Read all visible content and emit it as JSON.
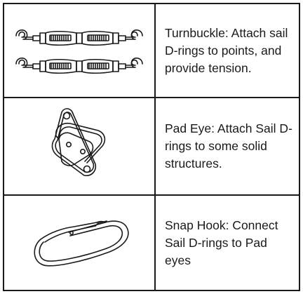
{
  "items": [
    {
      "icon": "turnbuckle-icon",
      "description": "Turnbuckle: Attach sail D-rings to points, and provide tension."
    },
    {
      "icon": "pad-eye-icon",
      "description": "Pad Eye: Attach Sail D-rings to some solid structures."
    },
    {
      "icon": "snap-hook-icon",
      "description": "Snap Hook: Connect Sail D-rings to Pad eyes"
    }
  ]
}
